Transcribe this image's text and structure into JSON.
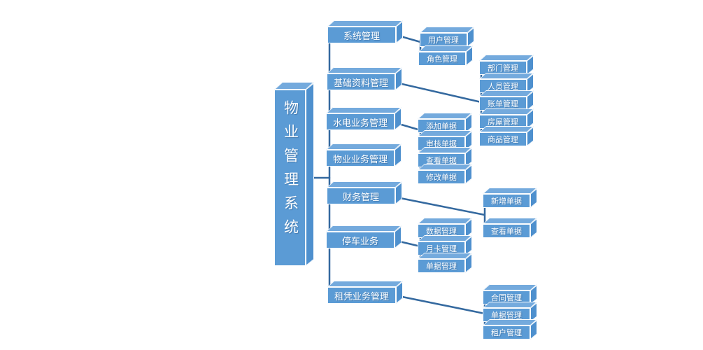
{
  "root": {
    "label": "物业管理系统"
  },
  "branches": [
    {
      "label": "系统管理",
      "children": [
        "用户管理",
        "角色管理"
      ]
    },
    {
      "label": "基础资料管理",
      "children": [
        "部门管理",
        "人员管理",
        "账单管理",
        "房屋管理",
        "商品管理"
      ]
    },
    {
      "label": "水电业务管理",
      "children": [
        "添加单据",
        "审核单据",
        "查看单据",
        "修改单据"
      ]
    },
    {
      "label": "物业业务管理",
      "children": []
    },
    {
      "label": "财务管理",
      "children": [
        "新增单据",
        "查看单据"
      ]
    },
    {
      "label": "停车业务",
      "children": [
        "数据管理",
        "月卡管理",
        "单据管理"
      ]
    },
    {
      "label": "租凭业务管理",
      "children": [
        "合同管理",
        "单据管理",
        "租户管理"
      ]
    }
  ],
  "colors": {
    "background": "#ffffff",
    "box_front": "#5b9bd5",
    "box_top": "#74aadd",
    "box_side": "#4e90ce",
    "line": "#34699f",
    "text": "#ffffff"
  }
}
